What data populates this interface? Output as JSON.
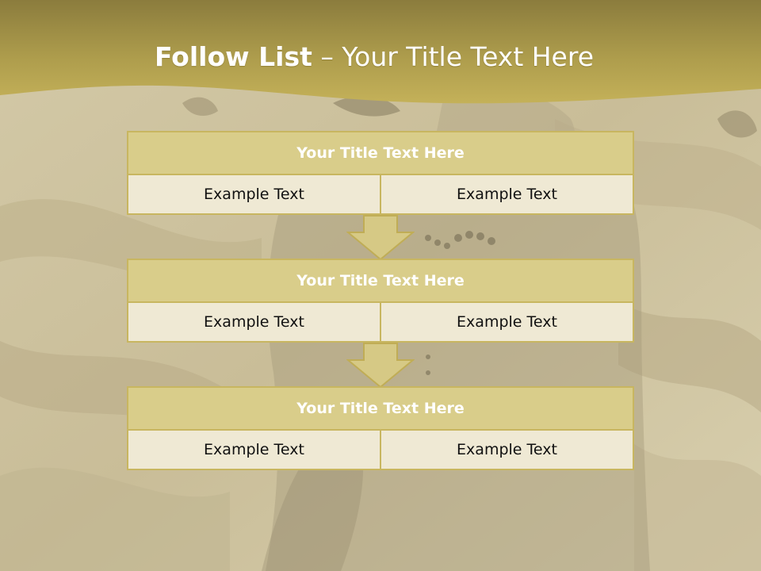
{
  "slide": {
    "title_bold": "Follow List",
    "title_rest": "– Your Title Text Here"
  },
  "colors": {
    "header_gold": "#b9a647",
    "block_title_fill": "#d9cd8a",
    "block_border": "#c8b660",
    "cell_fill": "#efe9d4",
    "arrow_fill": "#d6c985"
  },
  "blocks": [
    {
      "title": "Your Title Text Here",
      "left": "Example Text",
      "right": "Example Text"
    },
    {
      "title": "Your Title Text Here",
      "left": "Example Text",
      "right": "Example Text"
    },
    {
      "title": "Your Title Text Here",
      "left": "Example Text",
      "right": "Example Text"
    }
  ],
  "icons": [
    "down-arrow-icon",
    "down-arrow-icon"
  ]
}
